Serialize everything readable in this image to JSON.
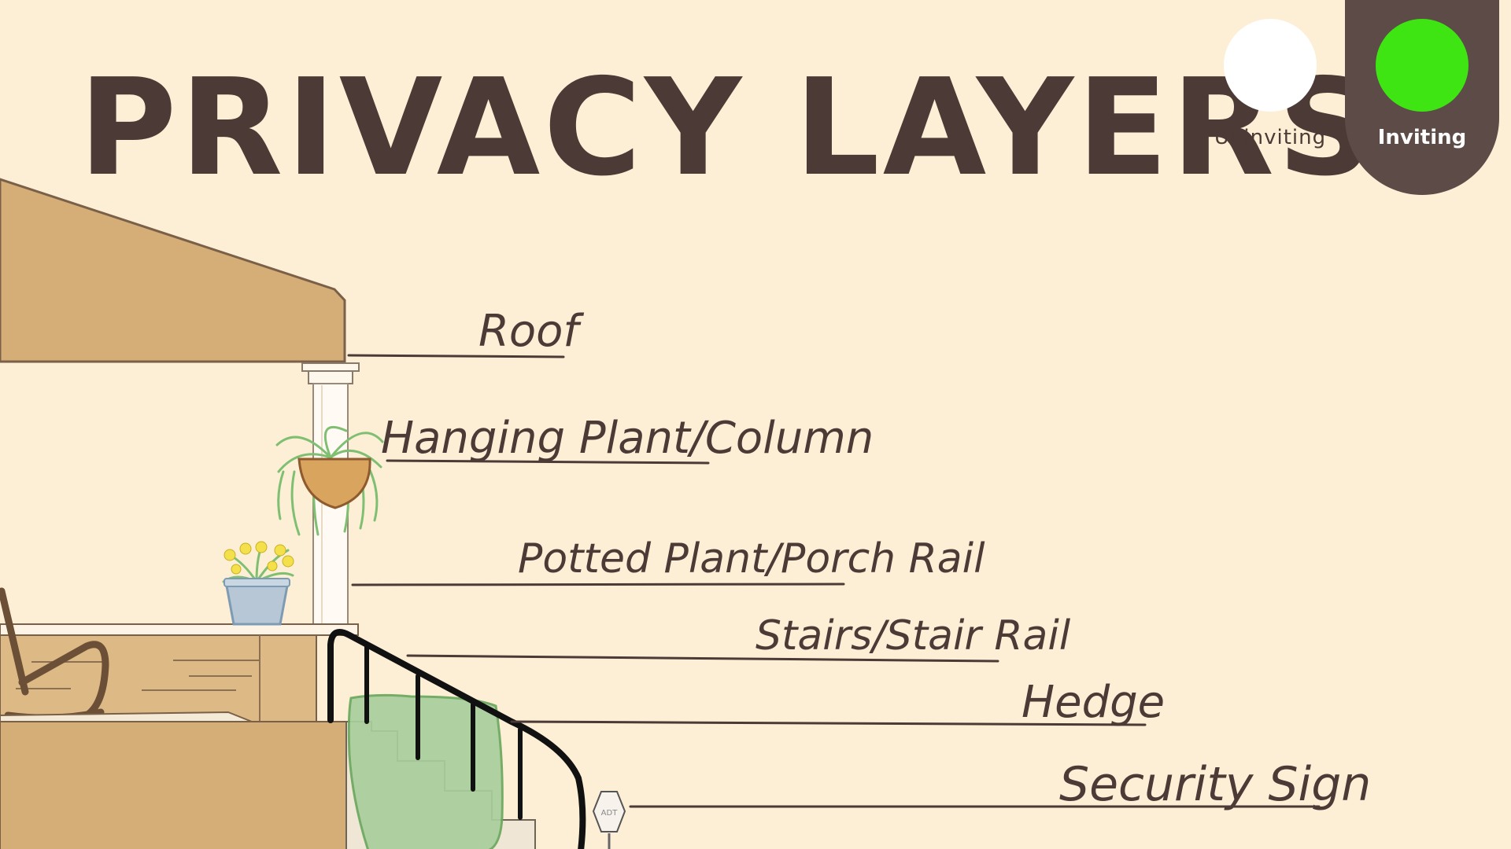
{
  "title": "PRIVACY LAYERS",
  "legend": {
    "uninviting": {
      "label": "Uninviting",
      "color": "#ffffff"
    },
    "inviting": {
      "label": "Inviting",
      "color": "#3ee512"
    }
  },
  "layers": [
    {
      "label": "Roof"
    },
    {
      "label": "Hanging Plant/Column"
    },
    {
      "label": "Potted Plant/Porch Rail"
    },
    {
      "label": "Stairs/Stair Rail"
    },
    {
      "label": "Hedge"
    },
    {
      "label": "Security Sign"
    }
  ],
  "sign_text": "ADT",
  "colors": {
    "background": "#fdefd6",
    "ink": "#4b3a36",
    "wood": "#d4ae76",
    "hedge": "#a9cf9d"
  }
}
